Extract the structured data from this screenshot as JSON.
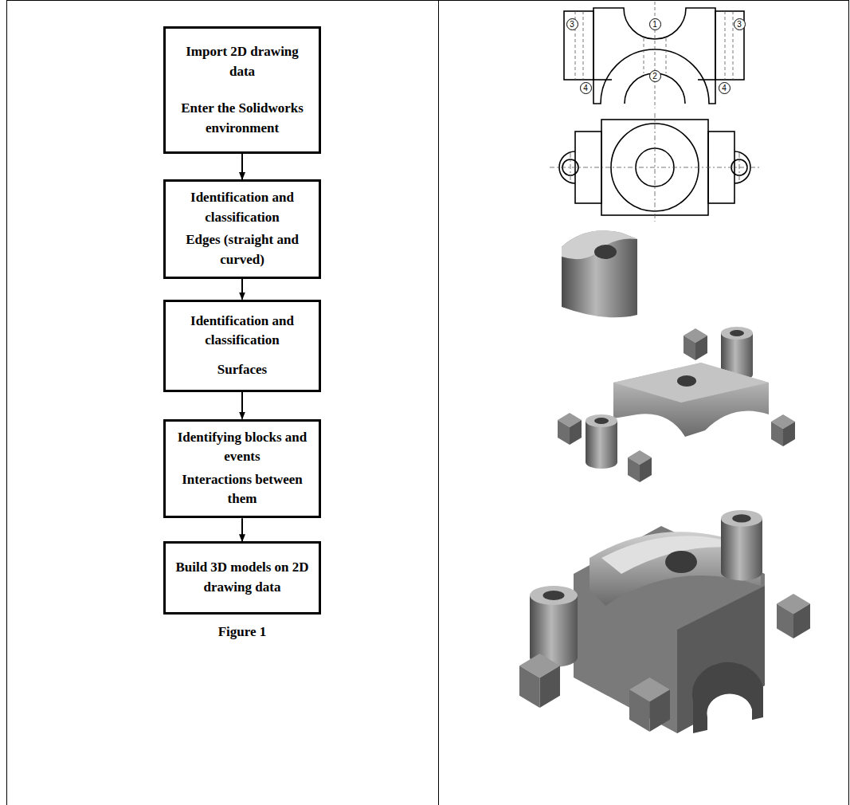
{
  "diagram": {
    "caption": "Figure 1",
    "nodes": [
      {
        "text": [
          "Import 2D drawing data",
          "Enter the Solidworks environment"
        ]
      },
      {
        "text": [
          "Identification and classification",
          "Edges (straight and curved)"
        ]
      },
      {
        "text": [
          "Identification and classification",
          "Surfaces"
        ]
      },
      {
        "text": [
          "Identifying blocks and events",
          "Interactions between them"
        ]
      },
      {
        "text": [
          "Build 3D models on 2D drawing data"
        ]
      }
    ],
    "edges": [
      {
        "from": 0,
        "to": 1,
        "arrow": "to"
      },
      {
        "from": 1,
        "to": 2,
        "arrow": "to"
      },
      {
        "from": 2,
        "to": 3,
        "arrow": "to"
      },
      {
        "from": 3,
        "to": 4,
        "arrow": "to"
      }
    ],
    "labels": [
      "3",
      "1",
      "3",
      "4",
      "2",
      "4"
    ]
  }
}
